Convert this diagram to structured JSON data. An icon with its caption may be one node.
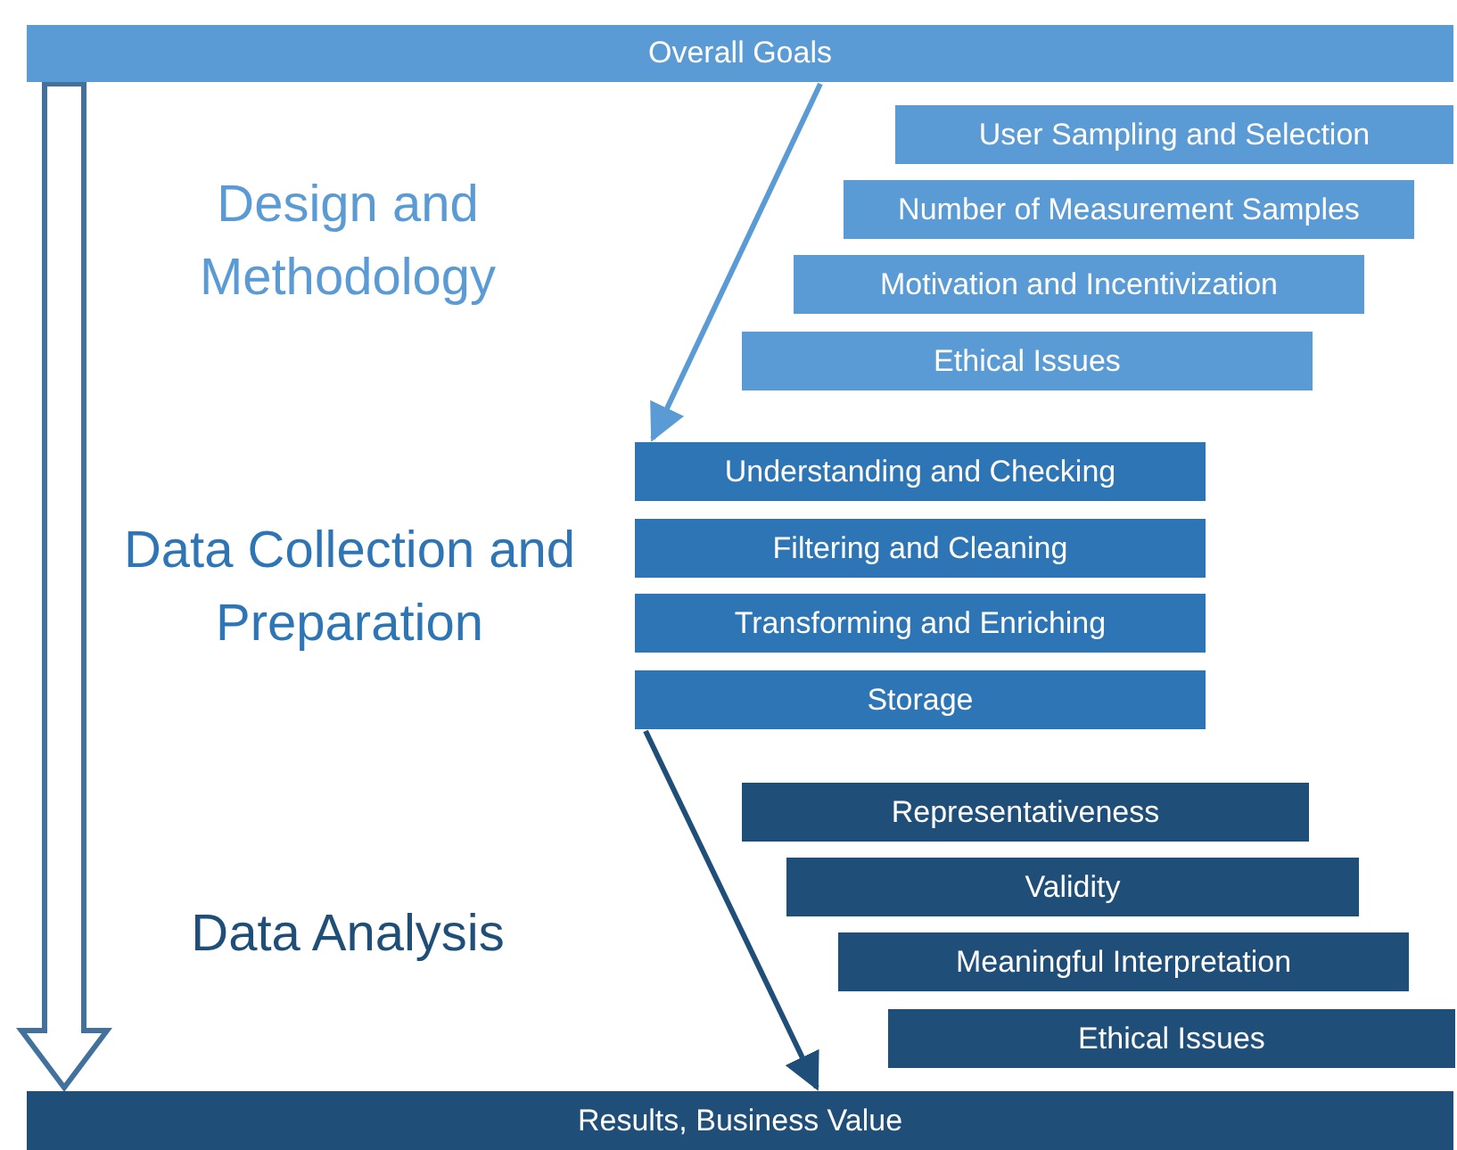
{
  "diagram": {
    "nodes": [
      {
        "text": [
          "Overall Goals"
        ]
      },
      {
        "text": [
          "Design and Methodology"
        ]
      },
      {
        "text": [
          "User Sampling and Selection"
        ]
      },
      {
        "text": [
          "Number of Measurement Samples"
        ]
      },
      {
        "text": [
          "Motivation and Incentivization"
        ]
      },
      {
        "text": [
          "Ethical Issues"
        ]
      },
      {
        "text": [
          "Data Collection and Preparation"
        ]
      },
      {
        "text": [
          "Understanding and Checking"
        ]
      },
      {
        "text": [
          "Filtering and Cleaning"
        ]
      },
      {
        "text": [
          "Transforming and Enriching"
        ]
      },
      {
        "text": [
          "Storage"
        ]
      },
      {
        "text": [
          "Data Analysis"
        ]
      },
      {
        "text": [
          "Representativeness"
        ]
      },
      {
        "text": [
          "Validity"
        ]
      },
      {
        "text": [
          "Meaningful Interpretation"
        ]
      },
      {
        "text": [
          "Ethical Issues"
        ]
      },
      {
        "text": [
          "Results, Business Value"
        ]
      }
    ],
    "edges": [
      {
        "from": 0,
        "to": 16,
        "arrow": "to",
        "style": "thick",
        "color": "#41719c"
      },
      {
        "from": 0,
        "to": 7,
        "arrow": "to",
        "color": "#5b9bd5"
      },
      {
        "from": 10,
        "to": 16,
        "arrow": "to",
        "color": "#1f4e79"
      }
    ]
  }
}
